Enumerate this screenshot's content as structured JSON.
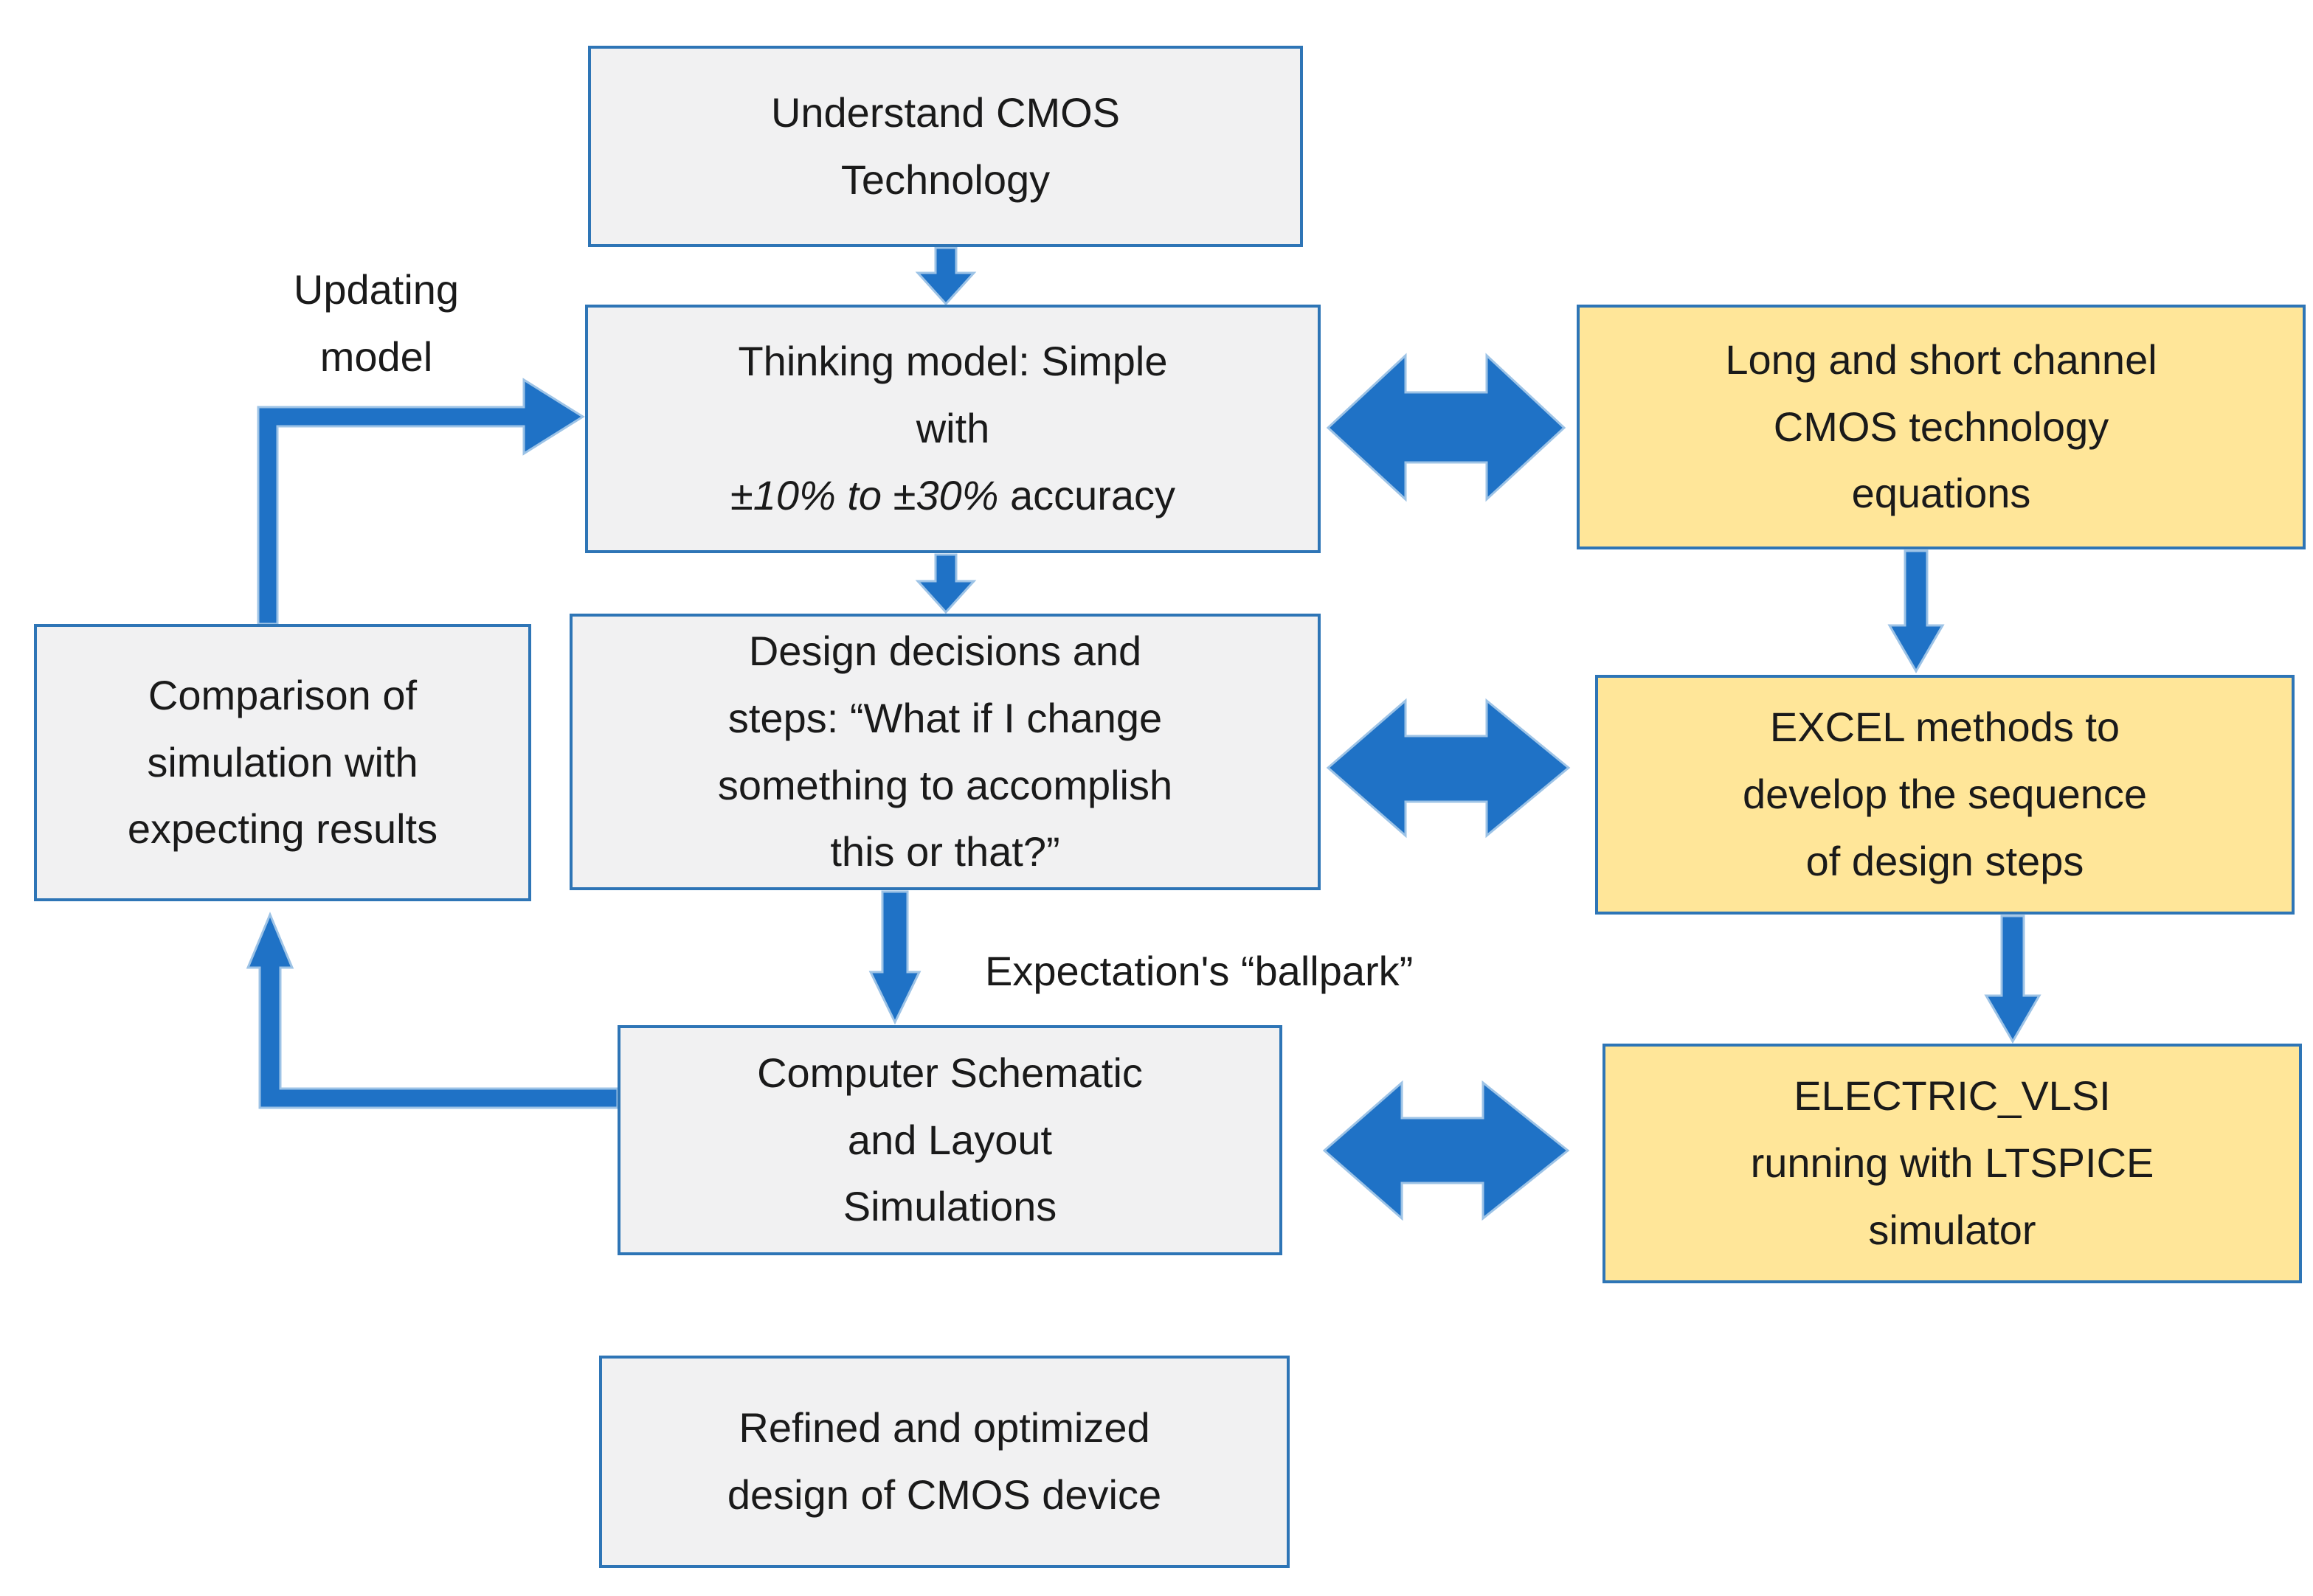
{
  "diagram": {
    "colors": {
      "arrow_blue": "#1f72c6",
      "arrow_edge": "#9dc3e6",
      "border_blue": "#2e75b6",
      "gray_fill": "#f1f1f2",
      "yellow_fill": "#ffe699",
      "text": "#1a1a1a"
    },
    "boxes": {
      "understand": {
        "lines": [
          "Understand CMOS",
          "Technology"
        ]
      },
      "thinking": {
        "line1": "Thinking model: Simple",
        "line2": "with",
        "accuracy_italic": "±10% to ±30%",
        "accuracy_rest": "  accuracy"
      },
      "long_short": {
        "lines": [
          "Long and short channel",
          "CMOS technology",
          "equations"
        ]
      },
      "comparison": {
        "lines": [
          "Comparison of",
          "simulation with",
          "expecting results"
        ]
      },
      "design": {
        "lines": [
          "Design decisions and",
          "steps: “What if I change",
          "something to accomplish",
          "this or that?”"
        ]
      },
      "excel": {
        "lines": [
          "EXCEL methods to",
          "develop the sequence",
          "of design steps"
        ]
      },
      "computer": {
        "lines": [
          "Computer Schematic",
          "and Layout",
          "Simulations"
        ]
      },
      "electric": {
        "lines": [
          "ELECTRIC_VLSI",
          "running with LTSPICE",
          "simulator"
        ]
      },
      "refined": {
        "lines": [
          "Refined and optimized",
          "design of CMOS device"
        ]
      }
    },
    "labels": {
      "updating": {
        "lines": [
          "Updating",
          "model"
        ]
      },
      "ballpark": "Expectation's “ballpark”"
    }
  }
}
